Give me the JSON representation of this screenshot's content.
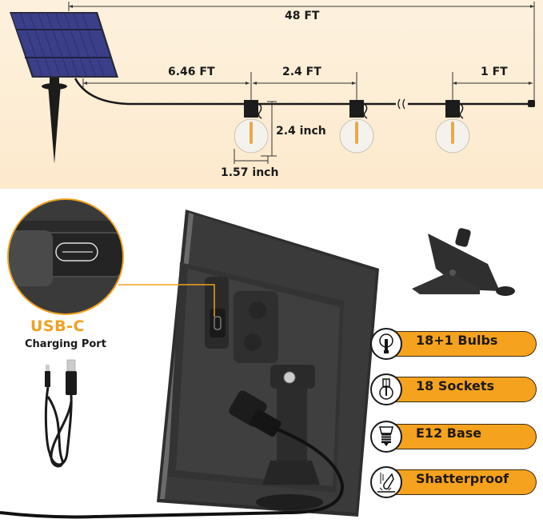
{
  "dimensions": {
    "total_length": "48 FT",
    "lead_length": "6.46 FT",
    "bulb_spacing": "2.4 FT",
    "end_length": "1 FT",
    "bulb_height": "2.4 inch",
    "bulb_width": "1.57 inch"
  },
  "callout": {
    "title": "USB-C",
    "subtitle": "Charging Port"
  },
  "features": [
    {
      "label": "18+1 Bulbs",
      "icon": "bulb-icon"
    },
    {
      "label": "18 Sockets",
      "icon": "socket-icon"
    },
    {
      "label": "E12 Base",
      "icon": "e12-base-icon"
    },
    {
      "label": "Shatterproof",
      "icon": "shatterproof-icon"
    }
  ],
  "colors": {
    "accent": "#f5a21f",
    "callout_text": "#f0a020",
    "top_background": "#fdeed6",
    "panel_blue": "#3b3f8a"
  }
}
